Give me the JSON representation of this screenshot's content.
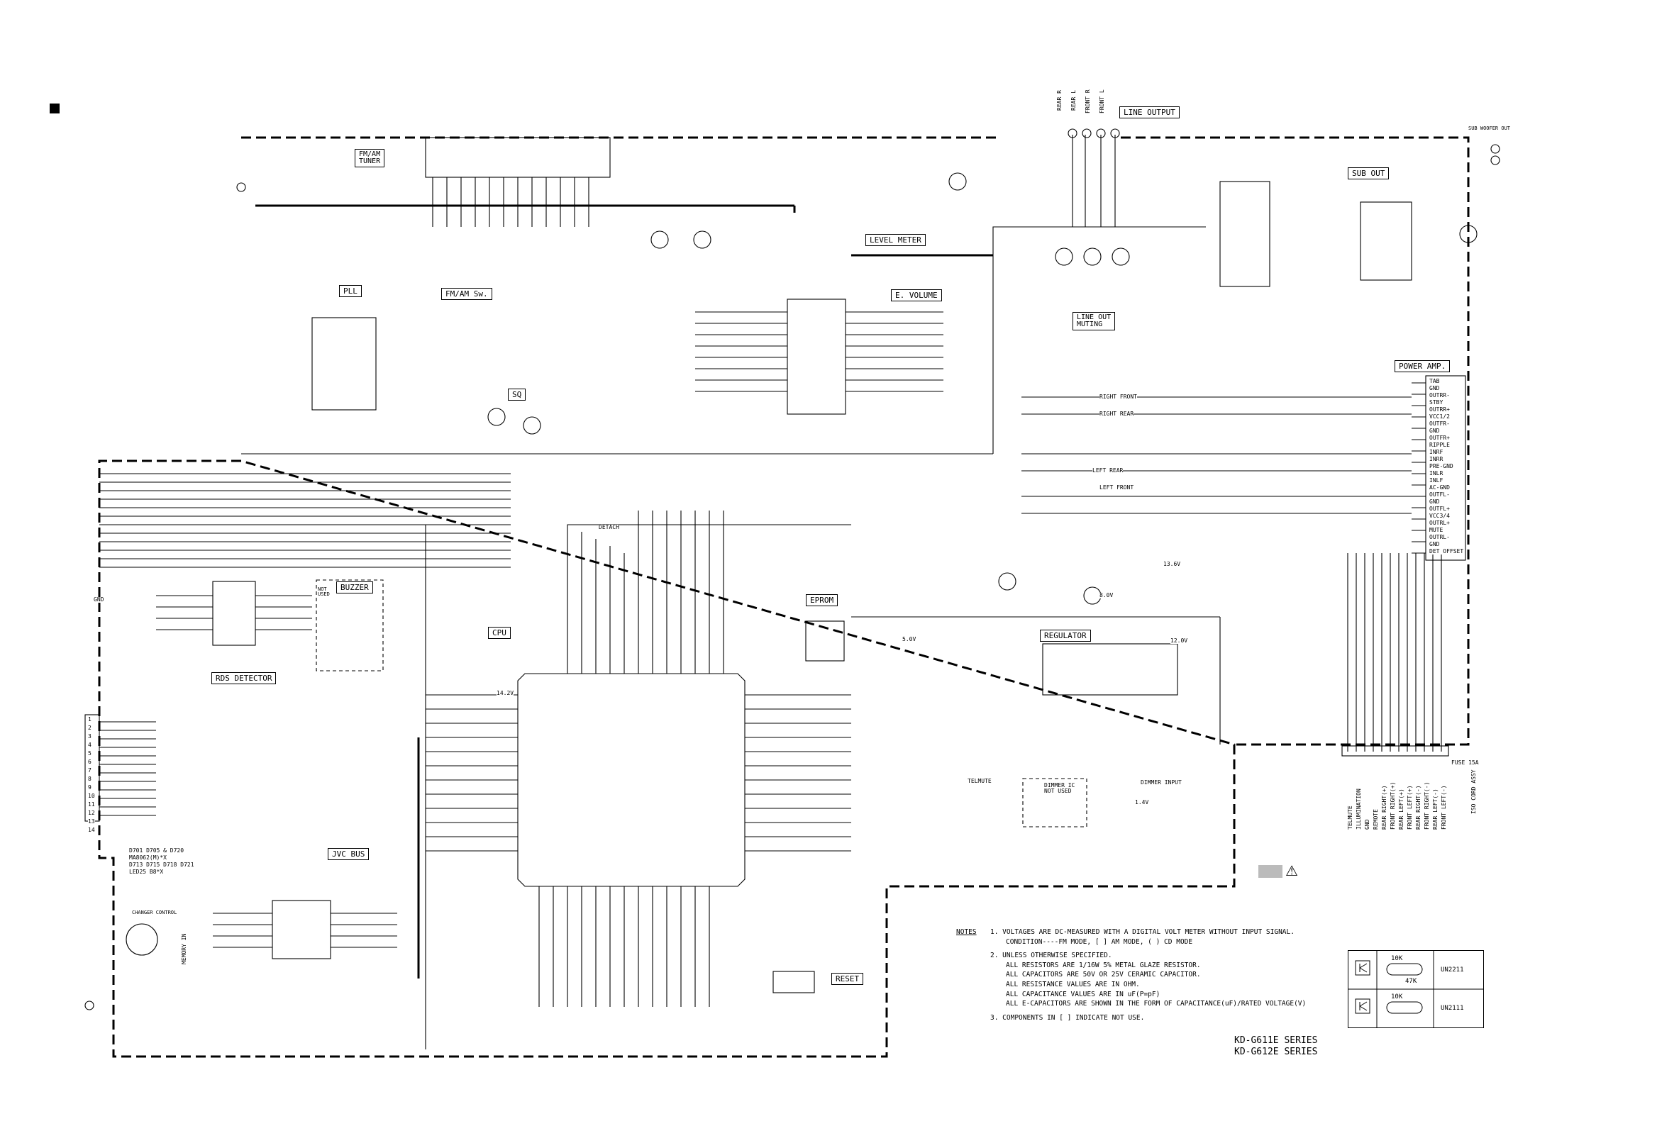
{
  "blocks": {
    "fm_am_tuner": "FM/AM\nTUNER",
    "pll": "PLL",
    "fm_am_sw": "FM/AM Sw.",
    "sq": "SQ",
    "level_meter": "LEVEL METER",
    "e_volume": "E. VOLUME",
    "line_output": "LINE OUTPUT",
    "line_out_muting": "LINE OUT\nMUTING",
    "sub_out": "SUB OUT",
    "power_amp": "POWER AMP.",
    "buzzer": "BUZZER",
    "rds_detector": "RDS DETECTOR",
    "cpu": "CPU",
    "eprom": "EPROM",
    "regulator": "REGULATOR",
    "jvc_bus": "JVC BUS",
    "reset": "RESET",
    "changer_control": "CHANGER CONTROL",
    "dimmer_ic": "DIMMER IC\nNOT USED"
  },
  "connectors": {
    "rear_r": "REAR R",
    "rear_l": "REAR L",
    "front_r": "FRONT R",
    "front_l": "FRONT L",
    "sub_woofer_out": "SUB WOOFER OUT",
    "fuse": "FUSE 15A",
    "right_front": "RIGHT FRONT",
    "right_rear": "RIGHT REAR",
    "left_rear": "LEFT REAR",
    "left_front": "LEFT FRONT",
    "telmute": "TELMUTE",
    "dimmer_input": "DIMMER INPUT",
    "memory_in": "MEMORY IN",
    "not_used": "NOT\nUSED",
    "gnd": "GND",
    "detach": "DETACH",
    "iso_conn": "ISO CORD ASSY"
  },
  "harness_pins": [
    "TELMUTE",
    "ILLUMINATION",
    "GND",
    "REMOTE",
    "REAR RIGHT(+)",
    "FRONT RIGHT(+)",
    "REAR LEFT(+)",
    "FRONT LEFT(+)",
    "REAR RIGHT(-)",
    "FRONT RIGHT(-)",
    "REAR LEFT(-)",
    "FRONT LEFT(-)"
  ],
  "panel_numbers": [
    "1",
    "2",
    "3",
    "4",
    "5",
    "6",
    "7",
    "8",
    "9",
    "10",
    "11",
    "12",
    "13",
    "14"
  ],
  "power_amp_pins": [
    "TAB",
    "GND",
    "OUTRR-",
    "STBY",
    "OUTRR+",
    "VCC1/2",
    "OUTFR-",
    "GND",
    "OUTFR+",
    "RIPPLE",
    "INRF",
    "INRR",
    "PRE-GND",
    "INLR",
    "INLF",
    "AC-GND",
    "OUTFL-",
    "GND",
    "OUTFL+",
    "VCC3/4",
    "OUTRL+",
    "MUTE",
    "OUTRL-",
    "GND",
    "DET OFFSET"
  ],
  "ic_codes": {
    "un2211": "UN2211",
    "un2111": "UN2111",
    "r10k_a": "10K",
    "r10k_b": "10K",
    "r47k": "47K"
  },
  "small_labels": {
    "v5": "5.0V",
    "v8": "8.0V",
    "v14": "14.2V",
    "v13": "13.6V",
    "v12": "12.0V",
    "v1_4v": "1.4V",
    "diode_list_1": "D701 D705 & D720",
    "diode_list_2": "MA8062(M)*X",
    "diode_list_3": "D713 D715 D718 D721",
    "diode_list_4": "LED25 B8*X"
  },
  "notes": {
    "head": "NOTES",
    "n1": "1. VOLTAGES ARE DC-MEASURED WITH A DIGITAL VOLT METER WITHOUT INPUT SIGNAL.",
    "n1b": "CONDITION----FM MODE, [   ] AM MODE, ( ) CD MODE",
    "n2": "2. UNLESS OTHERWISE SPECIFIED.",
    "n2a": "ALL RESISTORS ARE 1/16W 5% METAL GLAZE RESISTOR.",
    "n2b": "ALL CAPACITORS ARE 50V OR 25V CERAMIC CAPACITOR.",
    "n2c": "ALL RESISTANCE VALUES ARE IN OHM.",
    "n2d": "ALL CAPACITANCE VALUES ARE IN uF(P=pF)",
    "n2e": "ALL E-CAPACITORS ARE SHOWN IN THE FORM OF CAPACITANCE(uF)/RATED VOLTAGE(V)",
    "n3": "3. COMPONENTS IN [ ] INDICATE NOT USE."
  },
  "models": {
    "m1": "KD-G611E SERIES",
    "m2": "KD-G612E SERIES"
  }
}
